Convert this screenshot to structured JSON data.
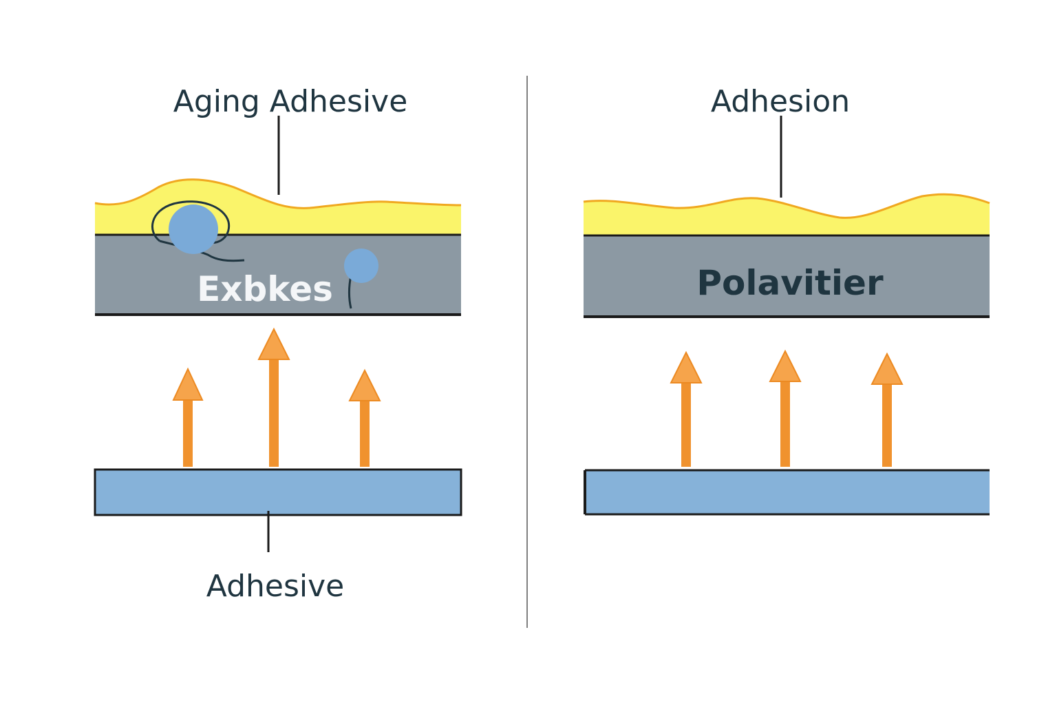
{
  "left_panel": {
    "title": "Aging Adhesive",
    "middle_layer_label": "Exbkes",
    "bottom_label": "Adhesive",
    "arrow_count": 3
  },
  "right_panel": {
    "title": "Adhesion",
    "middle_layer_label": "Polavitier",
    "arrow_count": 3
  },
  "colors": {
    "adhesive_yellow": "#faf46a",
    "adhesive_outline": "#f0a820",
    "middle_layer_gray": "#8c99a3",
    "substrate_blue": "#86b2d9",
    "bubble_blue": "#7aaad8",
    "arrow_orange": "#f6a44b",
    "divider": "#555555",
    "text_dark": "#1f3540"
  }
}
